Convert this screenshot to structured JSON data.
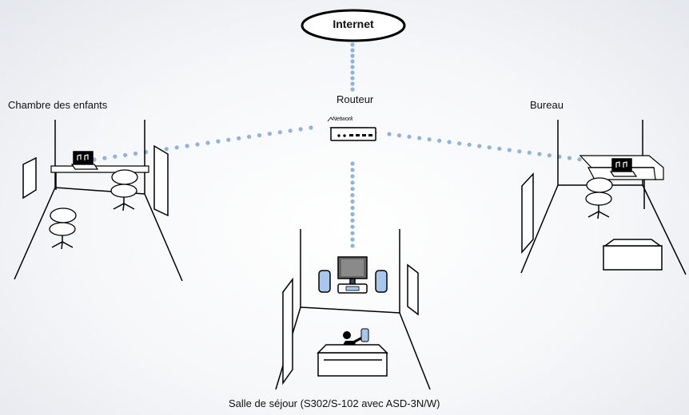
{
  "nodes": {
    "internet": "Internet",
    "router": "Routeur",
    "kids_room": "Chambre des enfants",
    "office": "Bureau",
    "living_room": "Salle de séjour (S302/S-102 avec ASD-3N/W)"
  },
  "router_logo": "Network",
  "colors": {
    "link_dots": "#8fb3d9",
    "speaker": "#a9c6ec",
    "line": "#000000"
  }
}
